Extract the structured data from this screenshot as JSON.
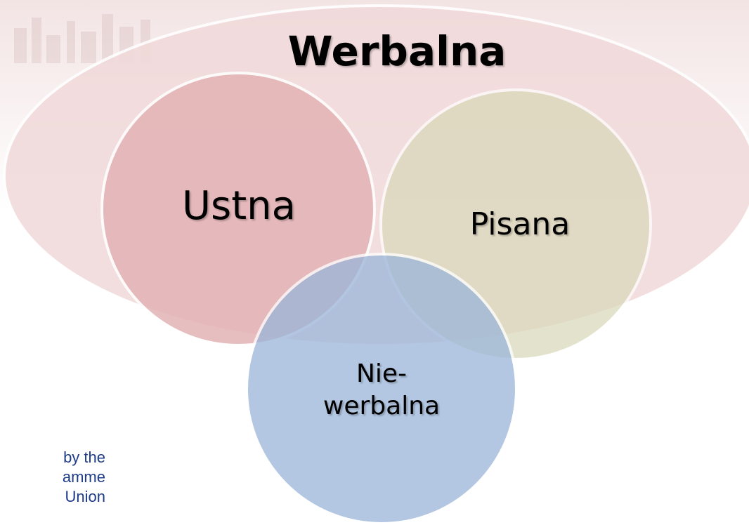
{
  "diagram": {
    "title": "Werbalna",
    "circles": {
      "oral": {
        "label": "Ustna",
        "color": "#e3b3b5"
      },
      "written": {
        "label": "Pisana",
        "color": "#d8d8b8"
      },
      "nonverbal": {
        "label_line1": "Nie-",
        "label_line2": "werbalna",
        "color": "#9ab5d9"
      }
    },
    "ellipse_color": "#f1d9da"
  },
  "footer": {
    "line1": "by the",
    "line2": "amme",
    "line3": "Union"
  }
}
